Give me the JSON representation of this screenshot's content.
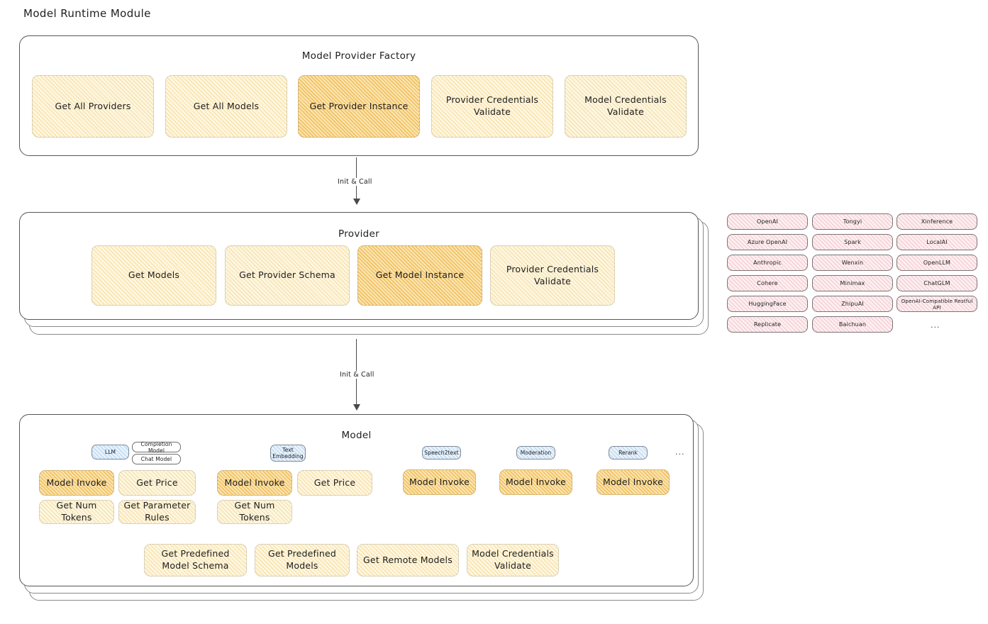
{
  "page": {
    "title": "Model Runtime Module"
  },
  "factory": {
    "title": "Model Provider Factory",
    "boxes": [
      {
        "label": "Get All Providers",
        "highlight": false
      },
      {
        "label": "Get All Models",
        "highlight": false
      },
      {
        "label": "Get Provider Instance",
        "highlight": true
      },
      {
        "label": "Provider Credentials Validate",
        "highlight": false
      },
      {
        "label": "Model Credentials Validate",
        "highlight": false
      }
    ]
  },
  "arrows": [
    {
      "label": "Init & Call"
    },
    {
      "label": "Init & Call"
    }
  ],
  "provider": {
    "title": "Provider",
    "boxes": [
      {
        "label": "Get Models",
        "highlight": false
      },
      {
        "label": "Get Provider Schema",
        "highlight": false
      },
      {
        "label": "Get Model Instance",
        "highlight": true
      },
      {
        "label": "Provider Credentials Validate",
        "highlight": false
      }
    ]
  },
  "provider_list": {
    "columns": [
      [
        "OpenAI",
        "Azure OpenAI",
        "Anthropic",
        "Cohere",
        "HuggingFace",
        "Replicate"
      ],
      [
        "Tongyi",
        "Spark",
        "Wenxin",
        "Minimax",
        "ZhipuAI",
        "Baichuan"
      ],
      [
        "Xinference",
        "LocalAI",
        "OpenLLM",
        "ChatGLM",
        "OpenAI-Compatible Restful API"
      ]
    ],
    "more": "..."
  },
  "model": {
    "title": "Model",
    "more": "...",
    "types": [
      {
        "name": "LLM",
        "sub_badges": [
          "Completion Model",
          "Chat Model"
        ],
        "actions": [
          {
            "label": "Model Invoke",
            "highlight": true
          },
          {
            "label": "Get Price",
            "highlight": false
          },
          {
            "label": "Get Num Tokens",
            "highlight": false
          },
          {
            "label": "Get Parameter Rules",
            "highlight": false
          }
        ]
      },
      {
        "name": "Text Embedding",
        "sub_badges": [],
        "actions": [
          {
            "label": "Model Invoke",
            "highlight": true
          },
          {
            "label": "Get Price",
            "highlight": false
          },
          {
            "label": "Get Num Tokens",
            "highlight": false
          }
        ]
      },
      {
        "name": "Speech2text",
        "sub_badges": [],
        "actions": [
          {
            "label": "Model Invoke",
            "highlight": false
          }
        ]
      },
      {
        "name": "Moderation",
        "sub_badges": [],
        "actions": [
          {
            "label": "Model Invoke",
            "highlight": false
          }
        ]
      },
      {
        "name": "Rerank",
        "sub_badges": [],
        "actions": [
          {
            "label": "Model Invoke",
            "highlight": false
          }
        ]
      }
    ],
    "common_actions": [
      {
        "label": "Get Predefined Model Schema"
      },
      {
        "label": "Get Predefined Models"
      },
      {
        "label": "Get Remote Models"
      },
      {
        "label": "Model Credentials Validate"
      }
    ]
  },
  "colors": {
    "cream": "#fdf6e0",
    "amber": "#fbe3ae",
    "blue": "#e8f2fb",
    "pink": "#fdeef0",
    "stroke": "#555555",
    "text": "#1e1e1e"
  }
}
